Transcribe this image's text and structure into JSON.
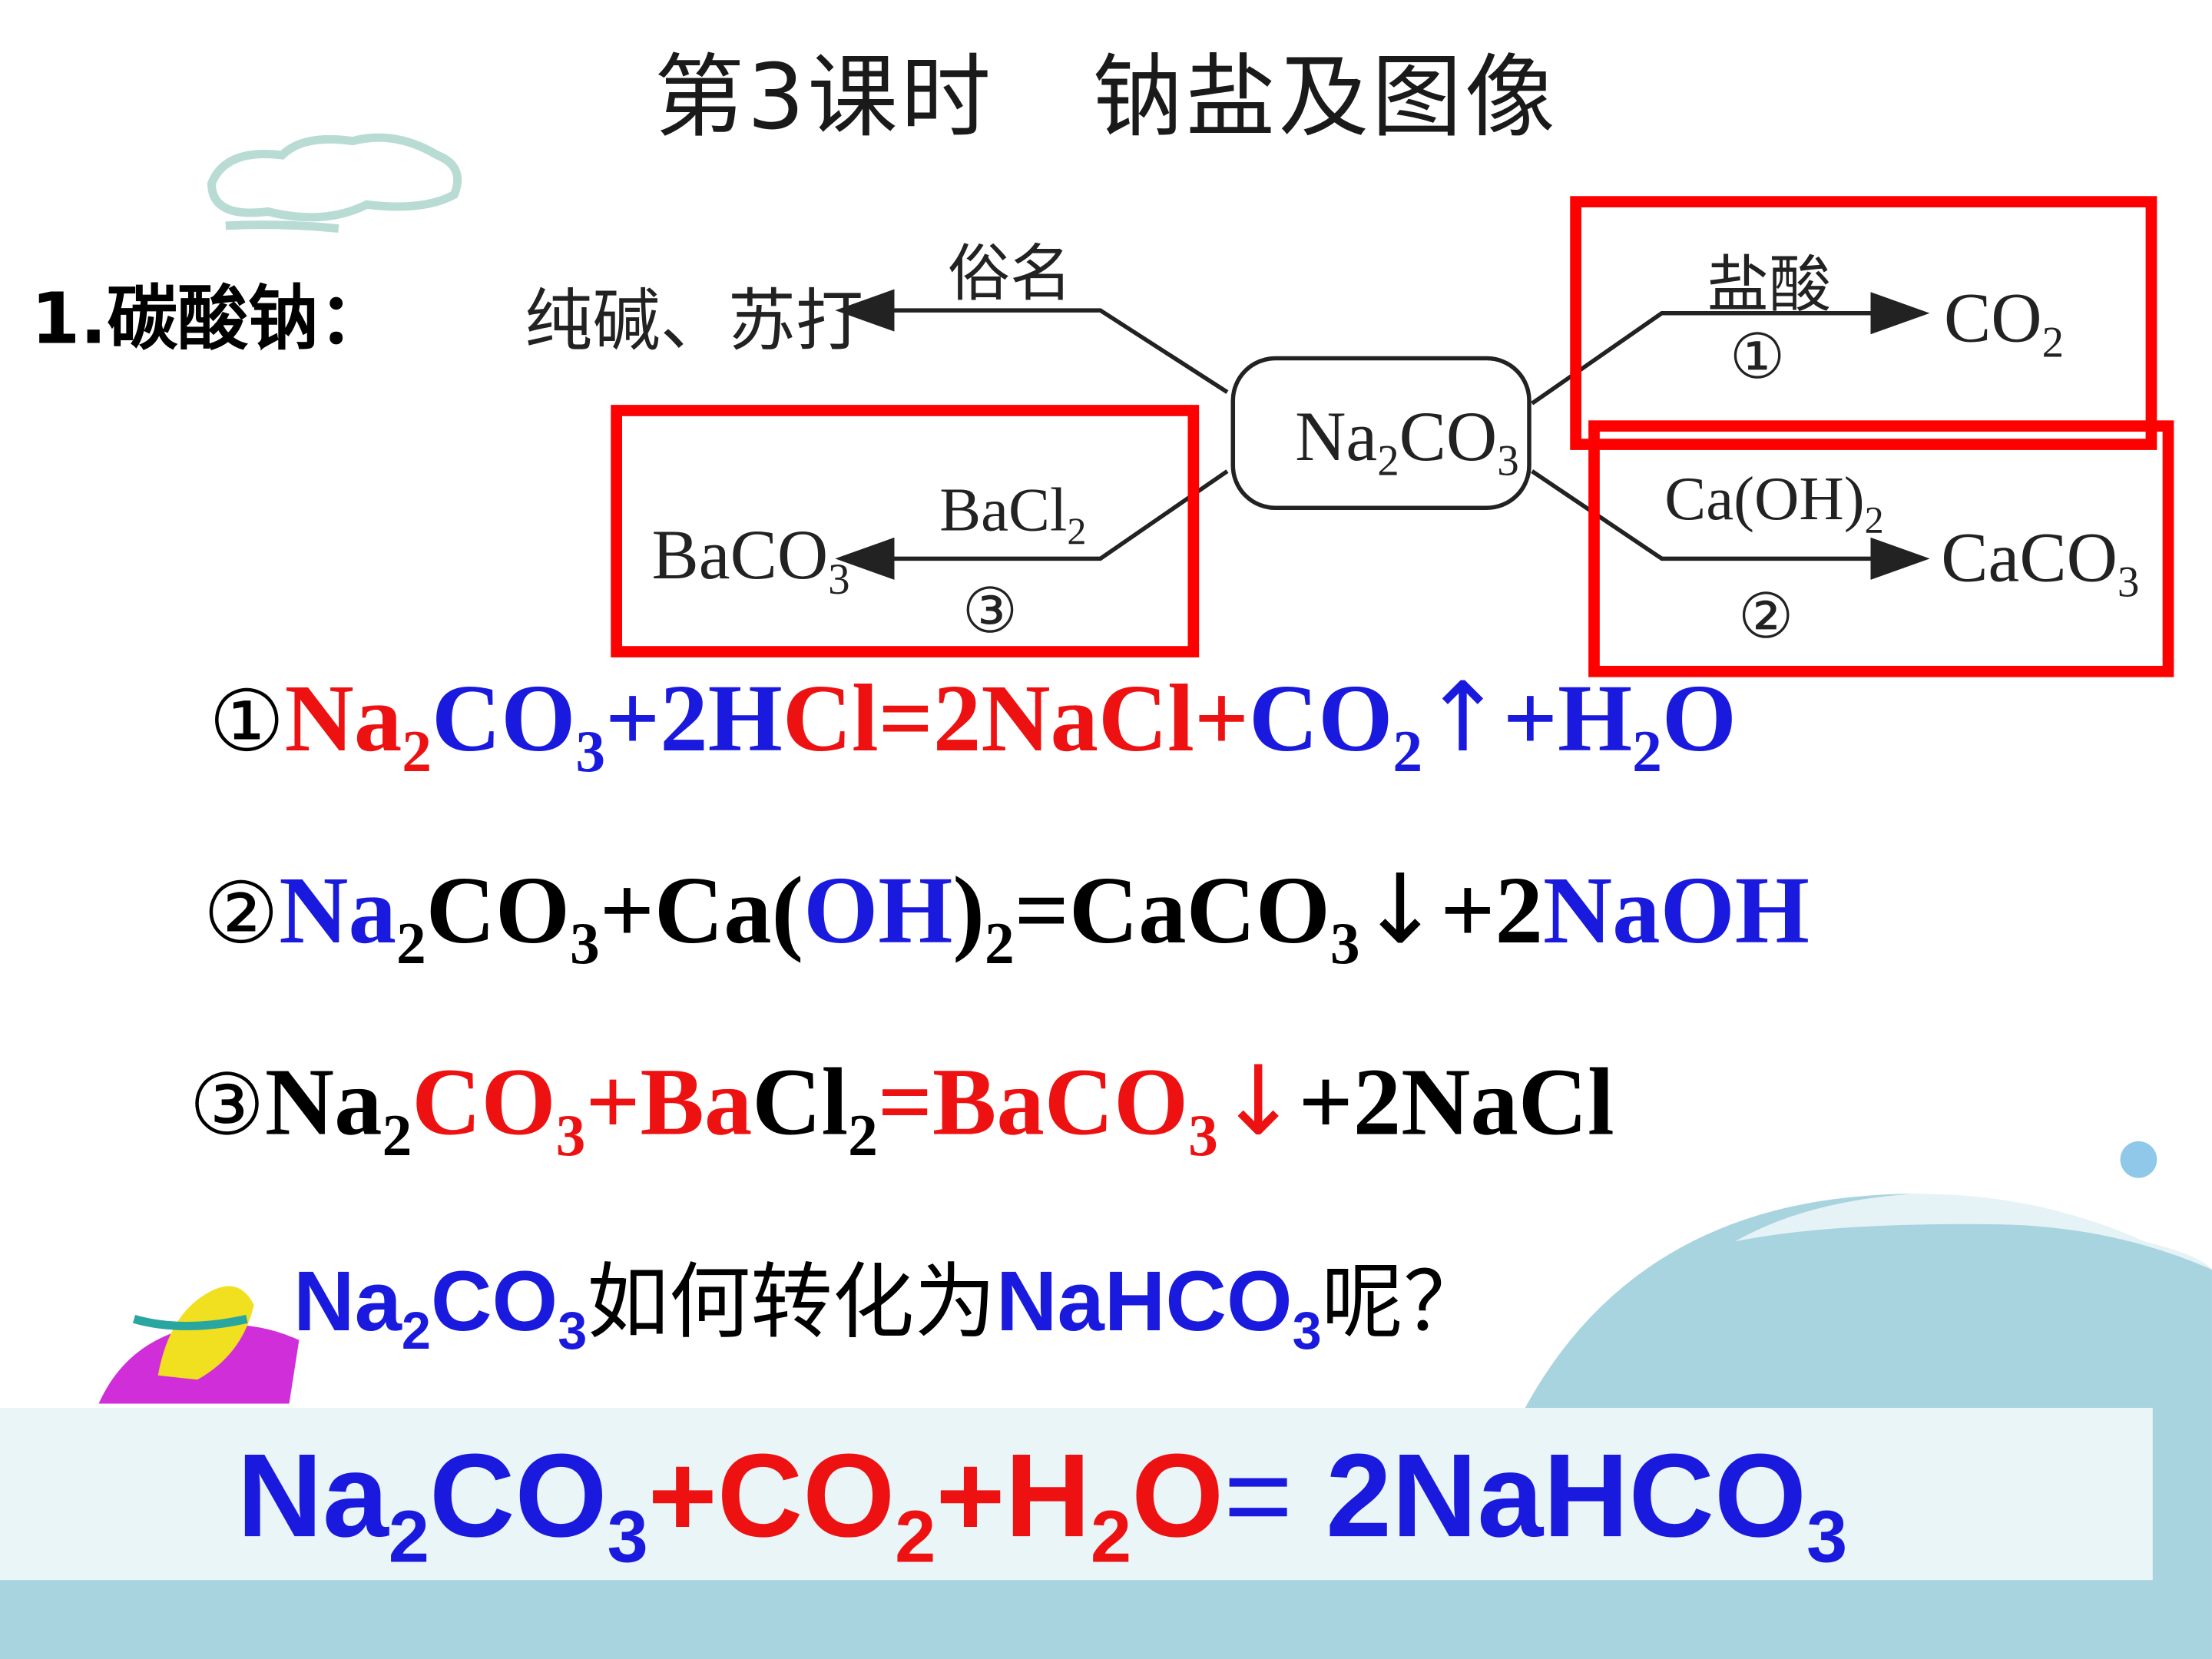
{
  "title": {
    "part1": "第3课时",
    "part2": "钠盐及图像"
  },
  "section": {
    "label": "1.碳酸钠："
  },
  "diagram": {
    "center": "Na2CO3",
    "common_names": "纯碱、苏打",
    "common_names_label": "俗名",
    "reaction1": {
      "reagent": "盐酸",
      "number": "①",
      "product": "CO2"
    },
    "reaction2": {
      "reagent": "Ca(OH)2",
      "number": "②",
      "product": "CaCO3"
    },
    "reaction3": {
      "reagent": "BaCl2",
      "number": "③",
      "product": "BaCO3"
    },
    "highlight_color": "#ff0000"
  },
  "equations": {
    "eq1": "①Na2CO3+2HCl=2NaCl+CO2↑+H2O",
    "eq2": "②Na2CO3+Ca(OH)2=CaCO3↓+2NaOH",
    "eq3": "③Na2CO3+BaCl2=BaCO3↓+2NaCl"
  },
  "question": {
    "text": "Na2CO3如何转化为NaHCO3呢？",
    "middle": "如何转化为",
    "end": "呢？"
  },
  "final_equation": "Na2CO3+CO2+H2O= 2NaHCO3",
  "colors": {
    "red": "#ee1111",
    "blue": "#1a1adf",
    "wave": "#a8d4e0",
    "band": "#eaf5f8"
  },
  "icons": [
    "cloud-icon",
    "logo-icon",
    "water-drop-icon",
    "wave-decoration"
  ]
}
